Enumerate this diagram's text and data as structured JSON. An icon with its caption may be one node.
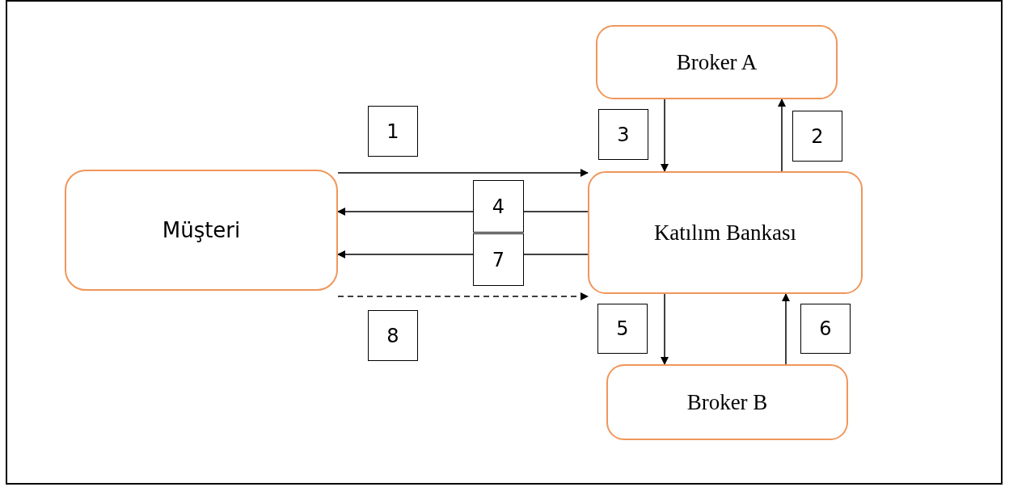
{
  "diagram": {
    "nodes": [
      {
        "text": [
          "Müşteri"
        ]
      },
      {
        "text": [
          "Broker A"
        ]
      },
      {
        "text": [
          "Katılım Bankası"
        ]
      },
      {
        "text": [
          "Broker B"
        ]
      },
      {
        "text": [
          "1"
        ]
      },
      {
        "text": [
          "2"
        ]
      },
      {
        "text": [
          "3"
        ]
      },
      {
        "text": [
          "4"
        ]
      },
      {
        "text": [
          "5"
        ]
      },
      {
        "text": [
          "6"
        ]
      },
      {
        "text": [
          "7"
        ]
      },
      {
        "text": [
          "8"
        ]
      }
    ],
    "edges": [
      {
        "from": 0,
        "to": 2,
        "arrow": "to"
      },
      {
        "from": 2,
        "to": 7,
        "arrow": "none"
      },
      {
        "from": 7,
        "to": 0,
        "arrow": "to"
      },
      {
        "from": 2,
        "to": 10,
        "arrow": "none"
      },
      {
        "from": 10,
        "to": 0,
        "arrow": "to"
      },
      {
        "from": 0,
        "to": 2,
        "arrow": "to",
        "style": "dashed"
      },
      {
        "from": 1,
        "to": 2,
        "arrow": "to"
      },
      {
        "from": 2,
        "to": 1,
        "arrow": "to"
      },
      {
        "from": 2,
        "to": 3,
        "arrow": "to"
      },
      {
        "from": 3,
        "to": 2,
        "arrow": "to"
      }
    ]
  }
}
